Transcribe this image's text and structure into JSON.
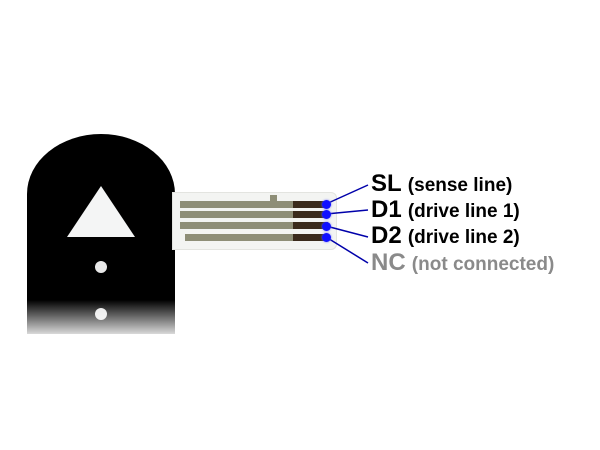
{
  "diagram": {
    "subject": "capacitive touch sensor with flex-cable connector",
    "sensor": {
      "shape": "black rounded panel",
      "icons": [
        "up-arrow-triangle",
        "dot",
        "dot"
      ]
    },
    "pins": [
      {
        "code": "SL",
        "description": "(sense line)",
        "color": "#000000"
      },
      {
        "code": "D1",
        "description": "(drive line 1)",
        "color": "#000000"
      },
      {
        "code": "D2",
        "description": "(drive line 2)",
        "color": "#000000"
      },
      {
        "code": "NC",
        "description": "(not connected)",
        "color": "#8a8a8a"
      }
    ],
    "colors": {
      "marker": "#1010ff",
      "leader_line": "#0000aa",
      "sensor": "#000000",
      "trace": "#8e8e77",
      "pad": "#3a2a1c"
    }
  }
}
